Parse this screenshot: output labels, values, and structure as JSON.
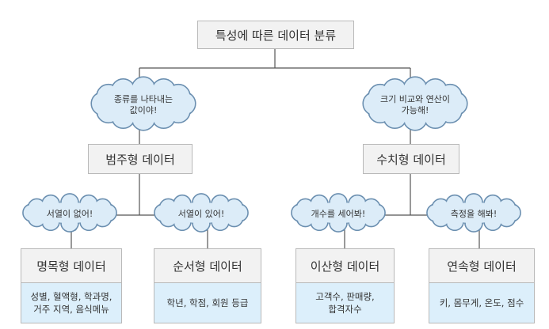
{
  "root": {
    "label": "특성에 따른 데이터 분류"
  },
  "branches": [
    {
      "label": "범주형 데이터",
      "bubble": [
        "종류를 나타내는",
        "값이야!"
      ],
      "children": [
        {
          "label": "명목형 데이터",
          "bubble": [
            "서열이 없어!"
          ],
          "examples": [
            "성별, 혈액형, 학과명,",
            "거주 지역, 음식메뉴"
          ]
        },
        {
          "label": "순서형 데이터",
          "bubble": [
            "서열이 있어!"
          ],
          "examples": [
            "학년, 학점, 회원 등급"
          ]
        }
      ]
    },
    {
      "label": "수치형 데이터",
      "bubble": [
        "크기 비교와 연산이",
        "가능해!"
      ],
      "children": [
        {
          "label": "이산형 데이터",
          "bubble": [
            "개수를 세어봐!"
          ],
          "examples": [
            "고객수, 판매량,",
            "합격자수"
          ]
        },
        {
          "label": "연속형 데이터",
          "bubble": [
            "측정을 해봐!"
          ],
          "examples": [
            "키, 몸무게, 온도, 점수"
          ]
        }
      ]
    }
  ],
  "colors": {
    "box_fill": "#f2f2f2",
    "box_border": "#b9b9b9",
    "example_fill": "#dceffb",
    "bubble_fill": "#dcecf8",
    "bubble_stroke": "#6b8fb0",
    "connector": "#555555"
  }
}
